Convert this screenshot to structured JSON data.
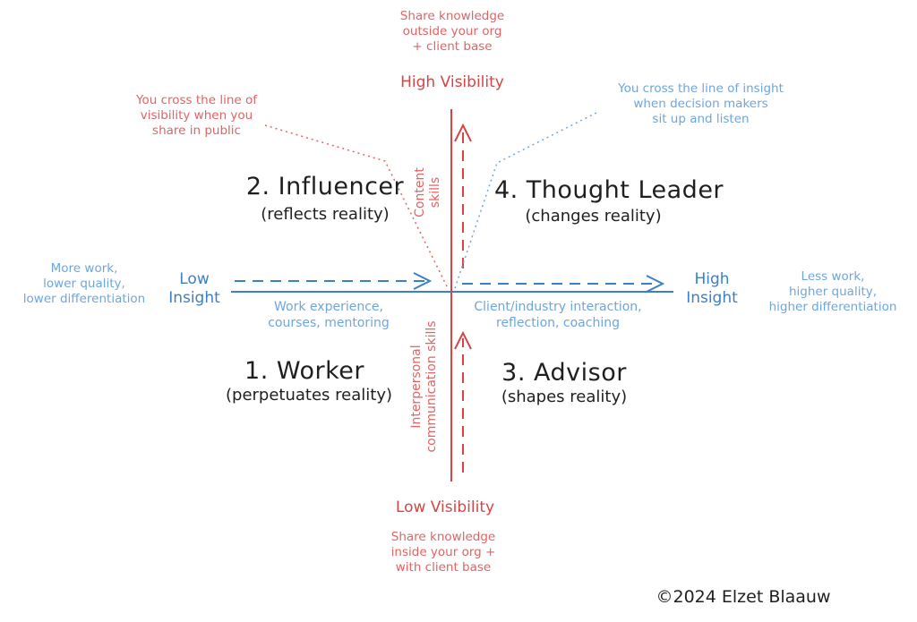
{
  "quadrants": {
    "worker": {
      "title": "1. Worker",
      "subtitle": "(perpetuates reality)"
    },
    "influencer": {
      "title": "2. Influencer",
      "subtitle": "(reflects reality)"
    },
    "advisor": {
      "title": "3. Advisor",
      "subtitle": "(shapes reality)"
    },
    "thought_leader": {
      "title": "4. Thought Leader",
      "subtitle": "(changes reality)"
    }
  },
  "axes": {
    "vertical": {
      "top_label": "High Visibility",
      "bottom_label": "Low Visibility",
      "top_note": "Share knowledge\noutside your org\n+ client base",
      "bottom_note": "Share knowledge\ninside your org +\nwith client base",
      "upper_skill": "Content\nskills",
      "lower_skill": "Interpersonal\ncommunication skills",
      "color": "#d64545"
    },
    "horizontal": {
      "left_label": "Low\nInsight",
      "right_label": "High\nInsight",
      "left_note": "More work,\nlower quality,\nlower differentiation",
      "right_note": "Less work,\nhigher quality,\nhigher differentiation",
      "left_skill": "Work experience,\ncourses, mentoring",
      "right_skill": "Client/industry interaction,\nreflection, coaching",
      "color": "#3b7fc4"
    }
  },
  "callouts": {
    "visibility_line": "You cross the line of\nvisibility when you\nshare in public",
    "insight_line": "You cross the line of insight\nwhen decision makers\nsit up and listen"
  },
  "credit": "©2024 Elzet Blaauw"
}
